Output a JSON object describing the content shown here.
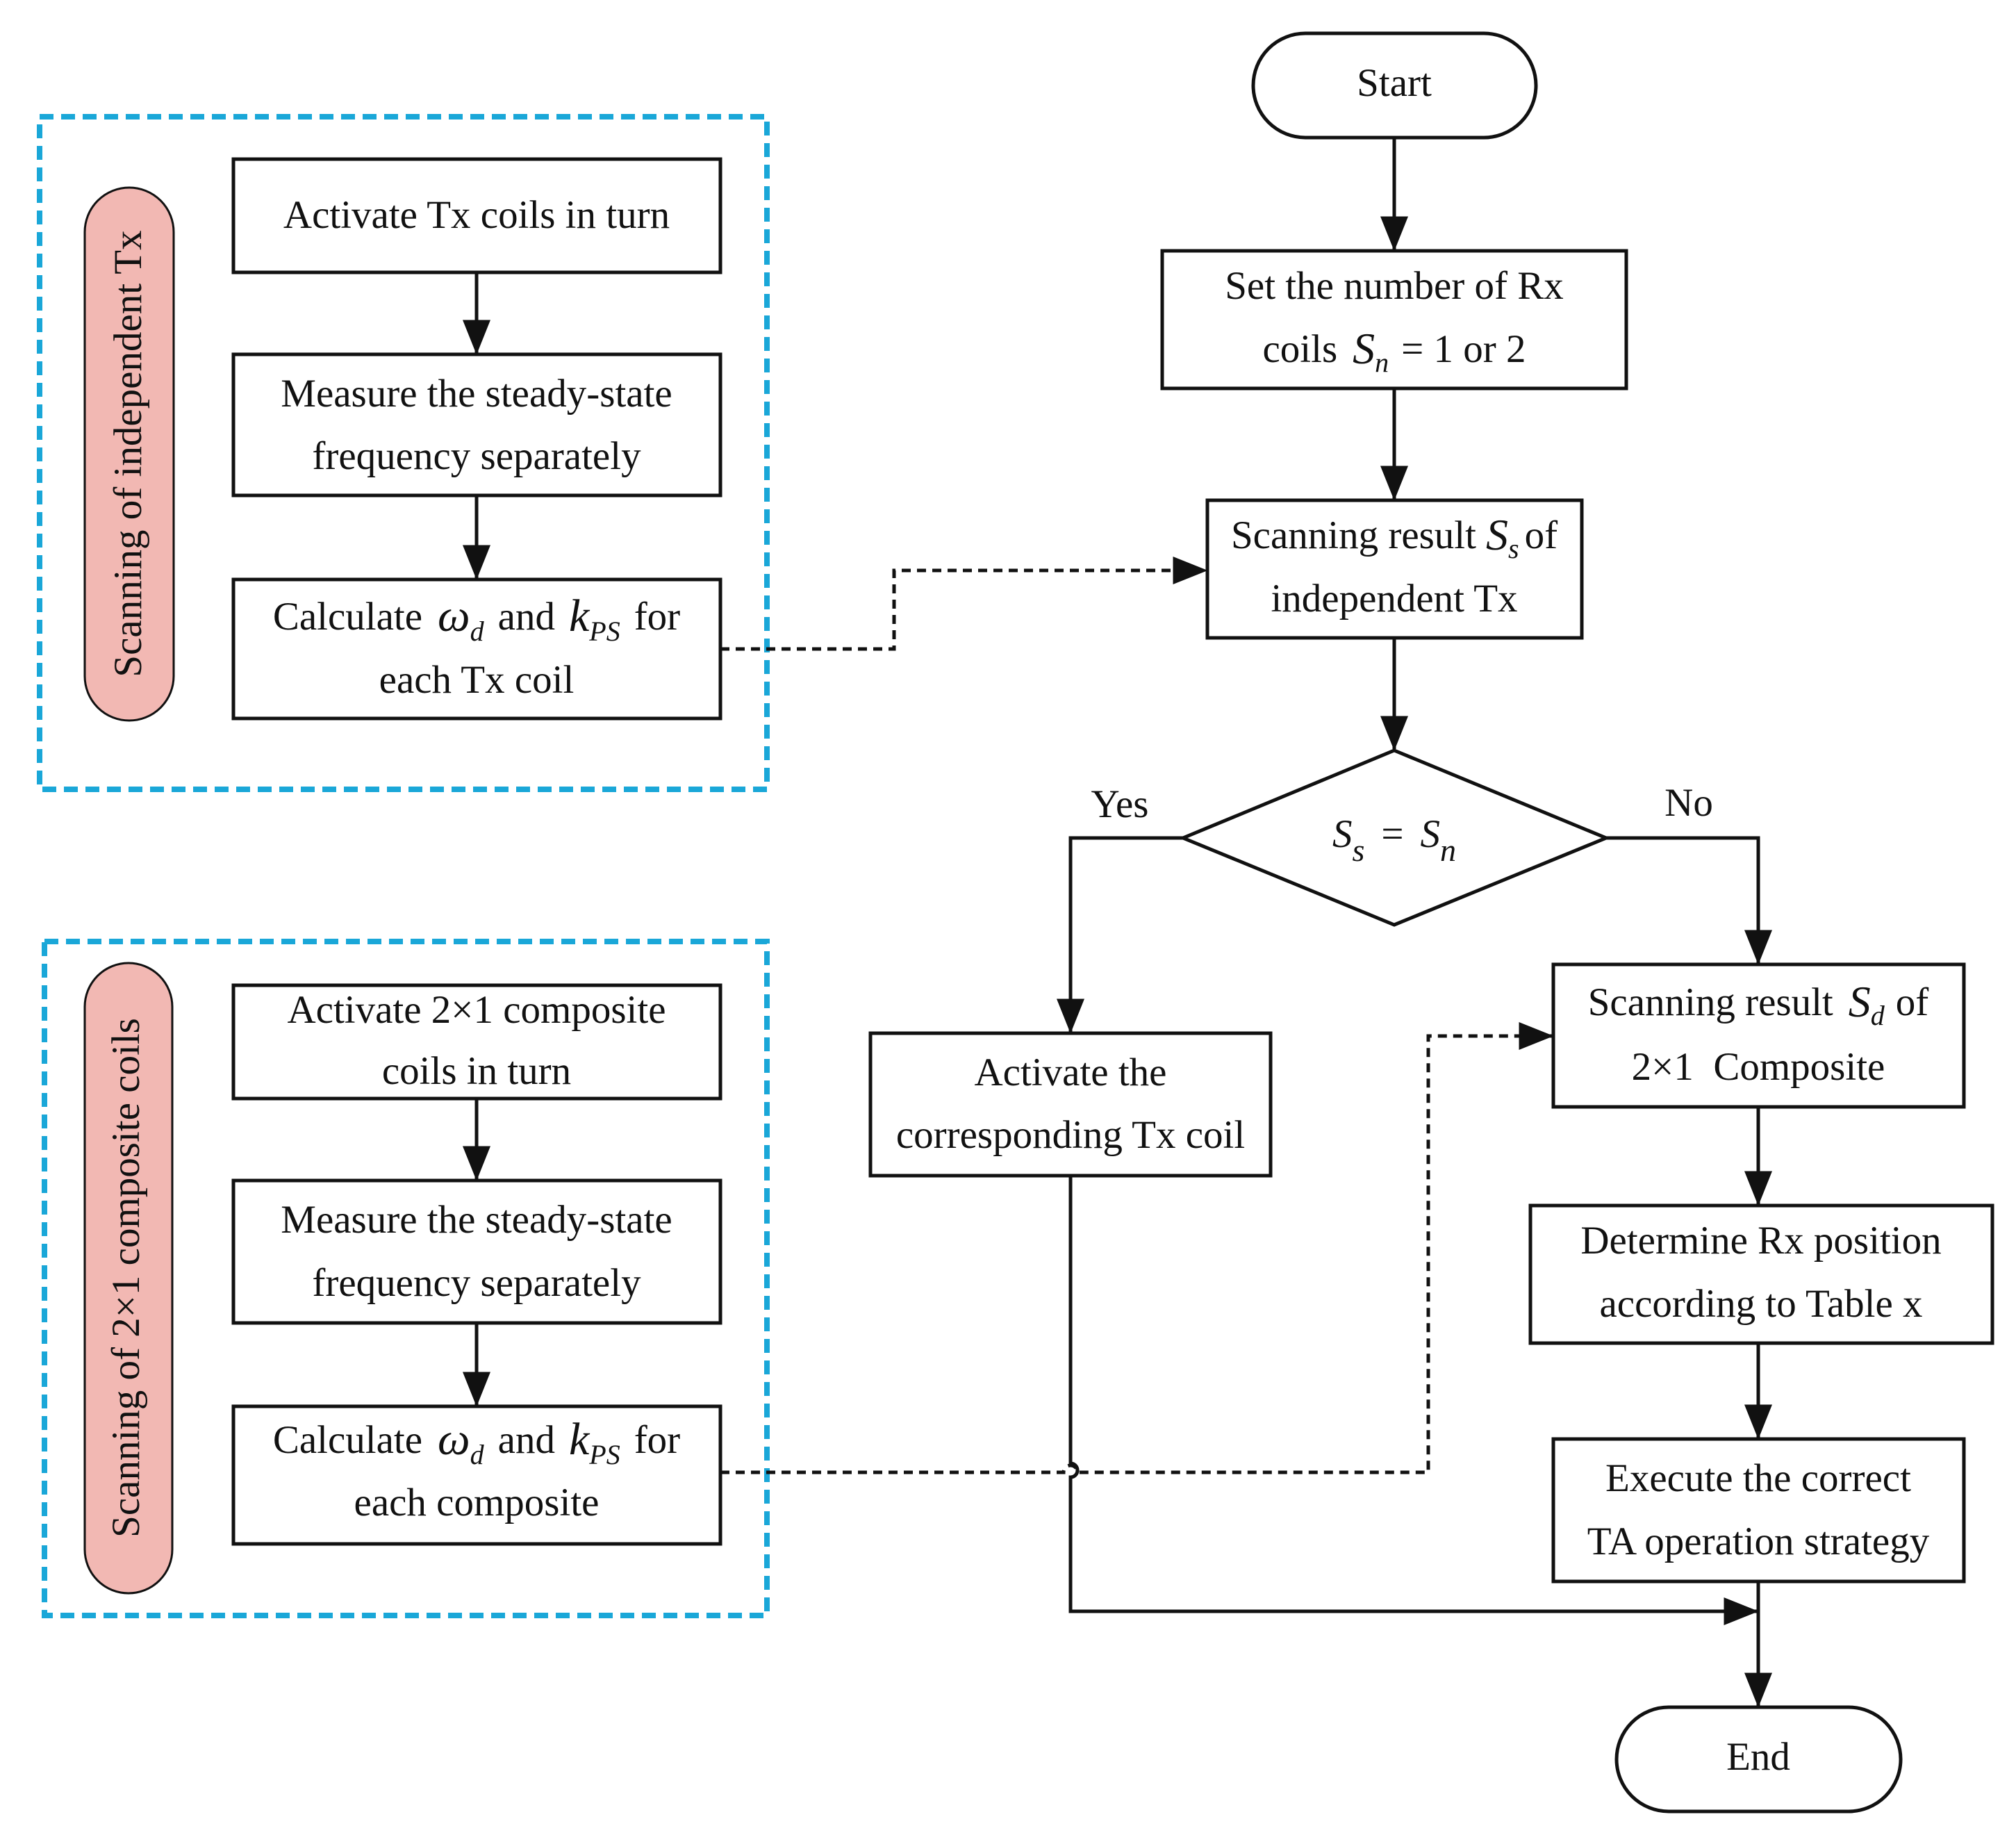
{
  "groups": {
    "independent": {
      "label": "Scanning of independent Tx",
      "step1": "Activate Tx coils in turn",
      "step2_line1": "Measure the steady-state",
      "step2_line2": "frequency separately",
      "step3_word1": "Calculate",
      "step3_omega": "ω",
      "step3_omega_sub": "d",
      "step3_and": "and",
      "step3_k": "k",
      "step3_k_sub": "PS",
      "step3_for": "for",
      "step3_line2": "each Tx coil"
    },
    "composite": {
      "label": "Scanning of 2×1 composite coils",
      "step1_line1": "Activate 2×1 composite",
      "step1_line2": "coils in turn",
      "step2_line1": "Measure the steady-state",
      "step2_line2": "frequency separately",
      "step3_word1": "Calculate",
      "step3_omega": "ω",
      "step3_omega_sub": "d",
      "step3_and": "and",
      "step3_k": "k",
      "step3_k_sub": "PS",
      "step3_for": "for",
      "step3_line2": "each composite"
    }
  },
  "main": {
    "start": "Start",
    "set_line1": "Set the number of Rx",
    "set_coils": "coils",
    "set_S": "S",
    "set_S_sub": "n",
    "set_eq": "= 1 or 2",
    "scan_ind_pre": "Scanning result",
    "scan_ind_S": "S",
    "scan_ind_S_sub": "s",
    "scan_ind_post": "of",
    "scan_ind_line2": "independent Tx",
    "decision_S1": "S",
    "decision_S1_sub": "s",
    "decision_eq": "=",
    "decision_S2": "S",
    "decision_S2_sub": "n",
    "yes": "Yes",
    "no": "No",
    "activate_line1": "Activate the",
    "activate_line2": "corresponding Tx coil",
    "scan_comp_pre": "Scanning result",
    "scan_comp_S": "S",
    "scan_comp_S_sub": "d",
    "scan_comp_post": "of",
    "scan_comp_line2": "2×1  Composite",
    "determine_line1": "Determine Rx position",
    "determine_line2": "according to Table x",
    "execute_line1": "Execute the correct",
    "execute_line2": "TA operation strategy",
    "end": "End"
  }
}
